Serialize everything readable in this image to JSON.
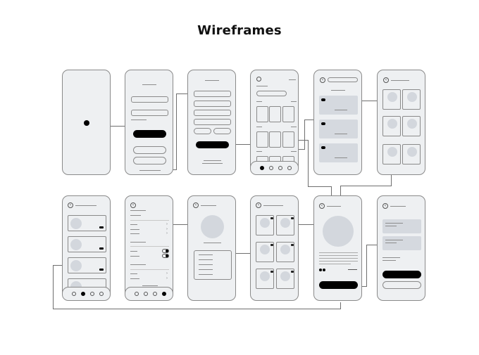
{
  "title": "Wireframes",
  "screens": [
    {
      "id": "splash",
      "row": 1,
      "col": 1
    },
    {
      "id": "login",
      "row": 1,
      "col": 2
    },
    {
      "id": "signup",
      "row": 1,
      "col": 3
    },
    {
      "id": "home",
      "row": 1,
      "col": 4,
      "tabbar_active": 0
    },
    {
      "id": "category-list",
      "row": 1,
      "col": 5
    },
    {
      "id": "product-grid",
      "row": 1,
      "col": 6
    },
    {
      "id": "orders-list",
      "row": 2,
      "col": 1,
      "tabbar_active": 1
    },
    {
      "id": "settings",
      "row": 2,
      "col": 2,
      "tabbar_active": 3
    },
    {
      "id": "profile",
      "row": 2,
      "col": 3
    },
    {
      "id": "favorites-grid",
      "row": 2,
      "col": 4
    },
    {
      "id": "product-detail",
      "row": 2,
      "col": 5
    },
    {
      "id": "cart-checkout",
      "row": 2,
      "col": 6
    }
  ],
  "colors": {
    "frame_fill": "#eef0f2",
    "frame_stroke": "#8a8a8a",
    "placeholder": "#d5d9df",
    "accent": "#000000"
  }
}
